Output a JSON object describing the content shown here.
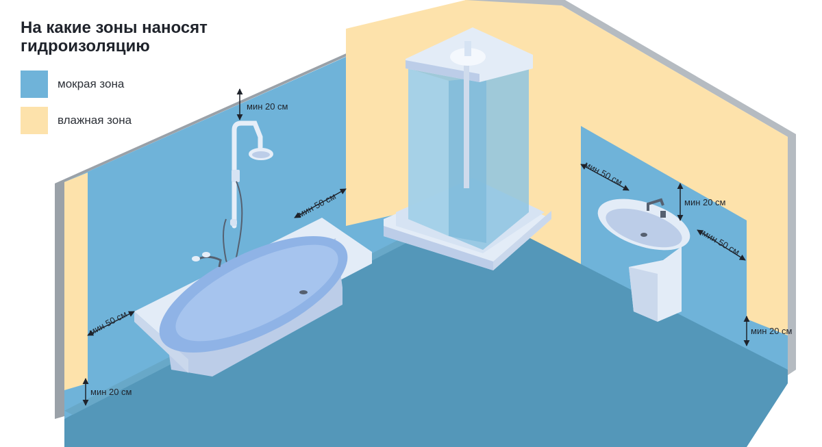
{
  "title": "На какие зоны наносят гидроизоляцию",
  "legend": [
    {
      "label": "мокрая зона",
      "color": "#6fb3d9"
    },
    {
      "label": "влажная зона",
      "color": "#fde2ab"
    }
  ],
  "dimensions": {
    "shower_head_top": "мин 20 см",
    "bath_long_side": "мин 50 см",
    "bath_left_side": "мин 50 см",
    "bath_floor": "мин 20 см",
    "sink_left": "мин 50 см",
    "sink_top": "мин 20 см",
    "sink_right": "мин 50 см",
    "right_wall_floor": "мин 20 см"
  },
  "colors": {
    "wet": "#6fb3d9",
    "humid": "#fde2ab",
    "floor": "#5497b9",
    "wall_edge": "#9aa1a8",
    "fixture": "#e3ecf7",
    "fixture_shade": "#bccde8"
  }
}
